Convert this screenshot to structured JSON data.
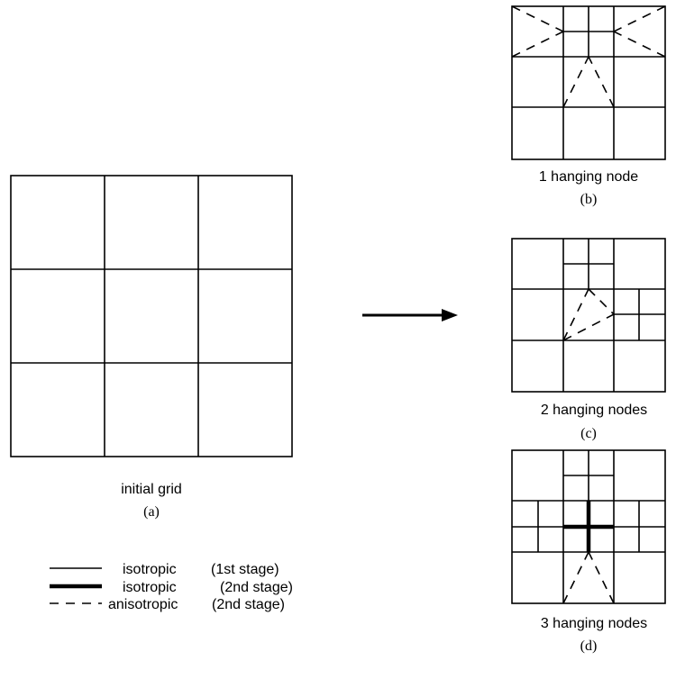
{
  "figure": {
    "panel_a": {
      "caption": "initial grid",
      "tag": "(a)"
    },
    "panel_b": {
      "caption": "1 hanging node",
      "tag": "(b)"
    },
    "panel_c": {
      "caption": "2 hanging nodes",
      "tag": "(c)"
    },
    "panel_d": {
      "caption": "3 hanging nodes",
      "tag": "(d)"
    },
    "legend": [
      {
        "style": "thin",
        "name": "isotropic",
        "stage": "(1st stage)"
      },
      {
        "style": "thick",
        "name": "isotropic",
        "stage": "(2nd stage)"
      },
      {
        "style": "dashed",
        "name": "anisotropic",
        "stage": "(2nd stage)"
      }
    ]
  }
}
